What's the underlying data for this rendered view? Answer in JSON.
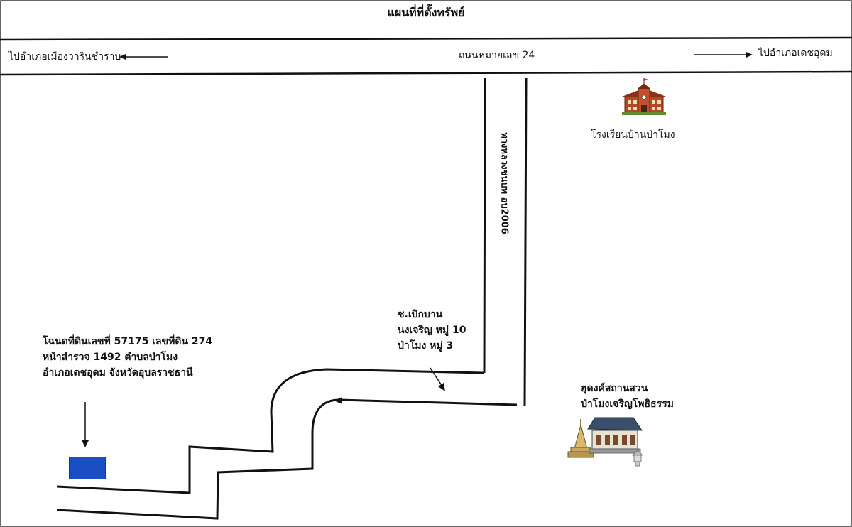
{
  "title": "แผนที่ที่ตั้งทรัพย์",
  "main_road": {
    "name": "ถนนหมายเลข 24",
    "left_direction": "ไปอำเภอเมืองวารินชำราบ",
    "right_direction": "ไปอำเภอเดชอุดม"
  },
  "side_road": {
    "name": "ทางหลวงชนบท อบ2006"
  },
  "soi_label": {
    "lines": [
      "ซ.เบิกบาน",
      "นงเจริญ หมู่ 10",
      "ป่าโมง  หมู่ 3"
    ]
  },
  "property": {
    "lines": [
      "โฉนดที่ดินเลขที่ 57175 เลขที่ดิน 274",
      "หน้าสำรวจ 1492 ตำบลป่าโมง",
      "อำเภอเดชอุดม จังหวัดอุบลราชธานี"
    ],
    "marker_color": "#1a4fc4"
  },
  "school": {
    "name": "โรงเรียนบ้านป่าโมง",
    "icon": "school-building-icon"
  },
  "temple": {
    "lines": [
      "ฮุดงค์สถานสวน",
      "ป่าโมงเจริญโพธิธรรม"
    ],
    "icon": "temple-icon"
  }
}
